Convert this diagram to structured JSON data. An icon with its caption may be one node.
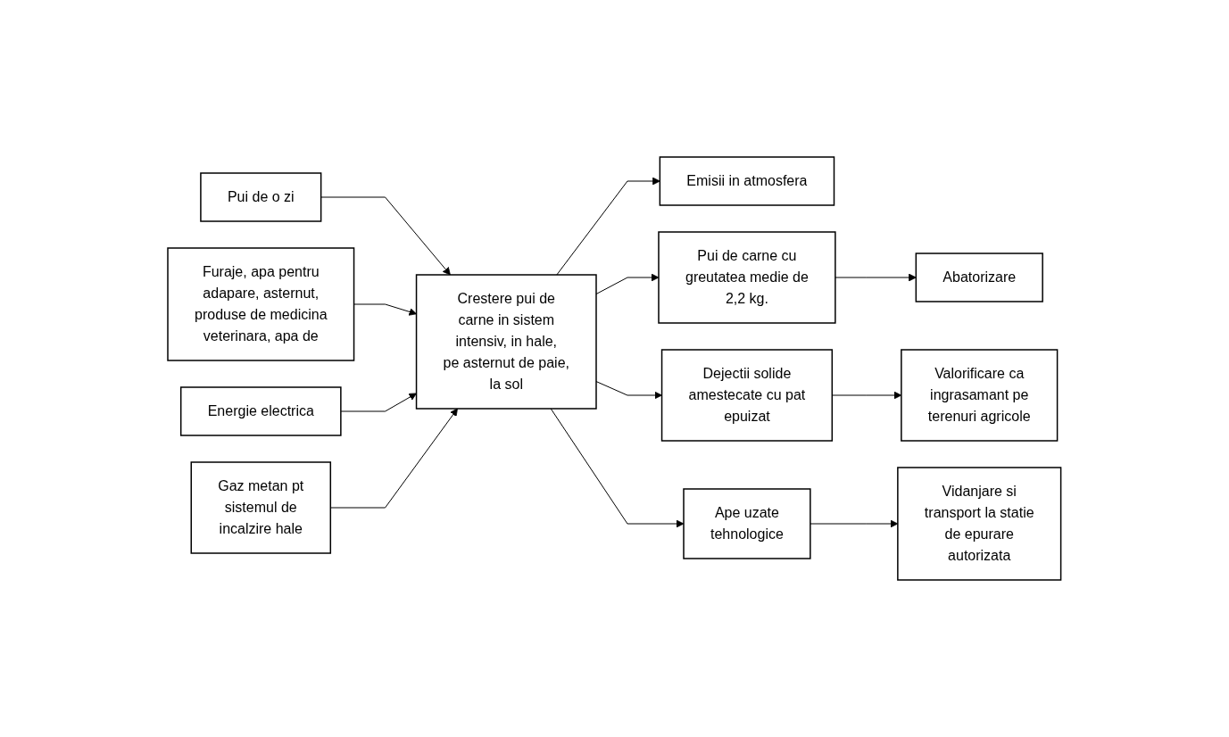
{
  "diagram": {
    "nodes": [
      {
        "text": [
          "Pui de o zi"
        ]
      },
      {
        "text": [
          "Furaje, apa pentru adapare, asternut, produse de medicina veterinara, apa de"
        ]
      },
      {
        "text": [
          "Energie electrica"
        ]
      },
      {
        "text": [
          "Gaz metan pt sistemul de incalzire hale"
        ]
      },
      {
        "text": [
          "Crestere pui de carne in sistem intensiv, in hale, pe asternut de paie, la sol"
        ]
      },
      {
        "text": [
          "Emisii in atmosfera"
        ]
      },
      {
        "text": [
          "Pui de carne cu greutatea medie de 2,2 kg."
        ]
      },
      {
        "text": [
          "Abatorizare"
        ]
      },
      {
        "text": [
          "Dejectii solide amestecate cu pat epuizat"
        ]
      },
      {
        "text": [
          "Valorificare ca ingrasamant pe terenuri agricole"
        ]
      },
      {
        "text": [
          "Ape uzate tehnologice"
        ]
      },
      {
        "text": [
          "Vidanjare si transport la statie de epurare autorizata"
        ]
      }
    ],
    "edges": [
      {
        "from": 0,
        "to": 4,
        "arrow": "to"
      },
      {
        "from": 1,
        "to": 4,
        "arrow": "to"
      },
      {
        "from": 2,
        "to": 4,
        "arrow": "to"
      },
      {
        "from": 3,
        "to": 4,
        "arrow": "to"
      },
      {
        "from": 4,
        "to": 5,
        "arrow": "to"
      },
      {
        "from": 4,
        "to": 6,
        "arrow": "to"
      },
      {
        "from": 6,
        "to": 7,
        "arrow": "to"
      },
      {
        "from": 4,
        "to": 8,
        "arrow": "to"
      },
      {
        "from": 8,
        "to": 9,
        "arrow": "to"
      },
      {
        "from": 4,
        "to": 10,
        "arrow": "to"
      },
      {
        "from": 10,
        "to": 11,
        "arrow": "to"
      }
    ]
  }
}
